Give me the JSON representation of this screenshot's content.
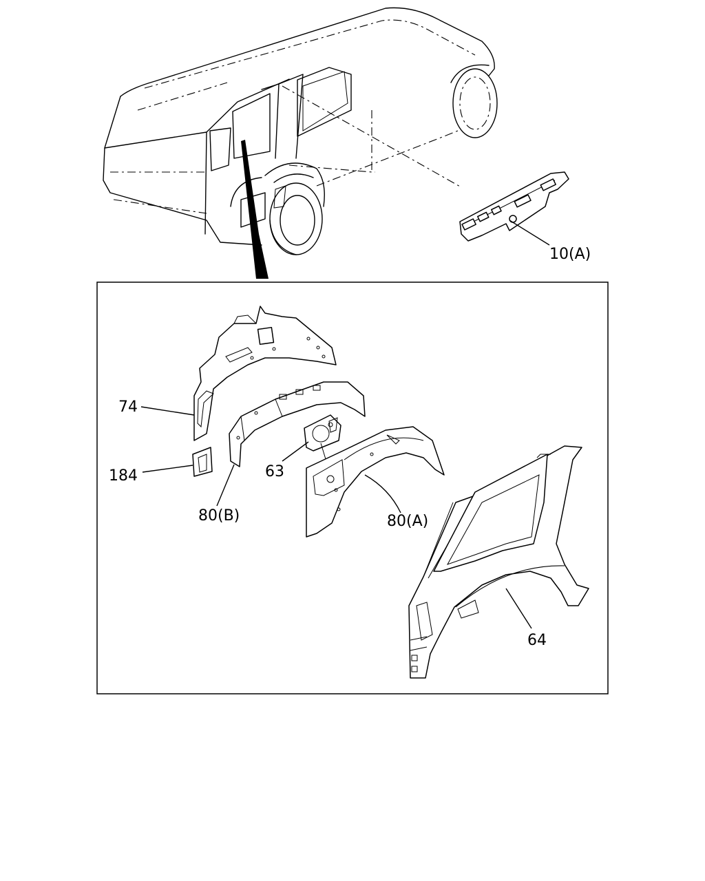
{
  "callouts": {
    "p10a": "10(A)",
    "p74": "74",
    "p184": "184",
    "p63": "63",
    "p80b": "80(B)",
    "p80a": "80(A)",
    "p64": "64"
  }
}
